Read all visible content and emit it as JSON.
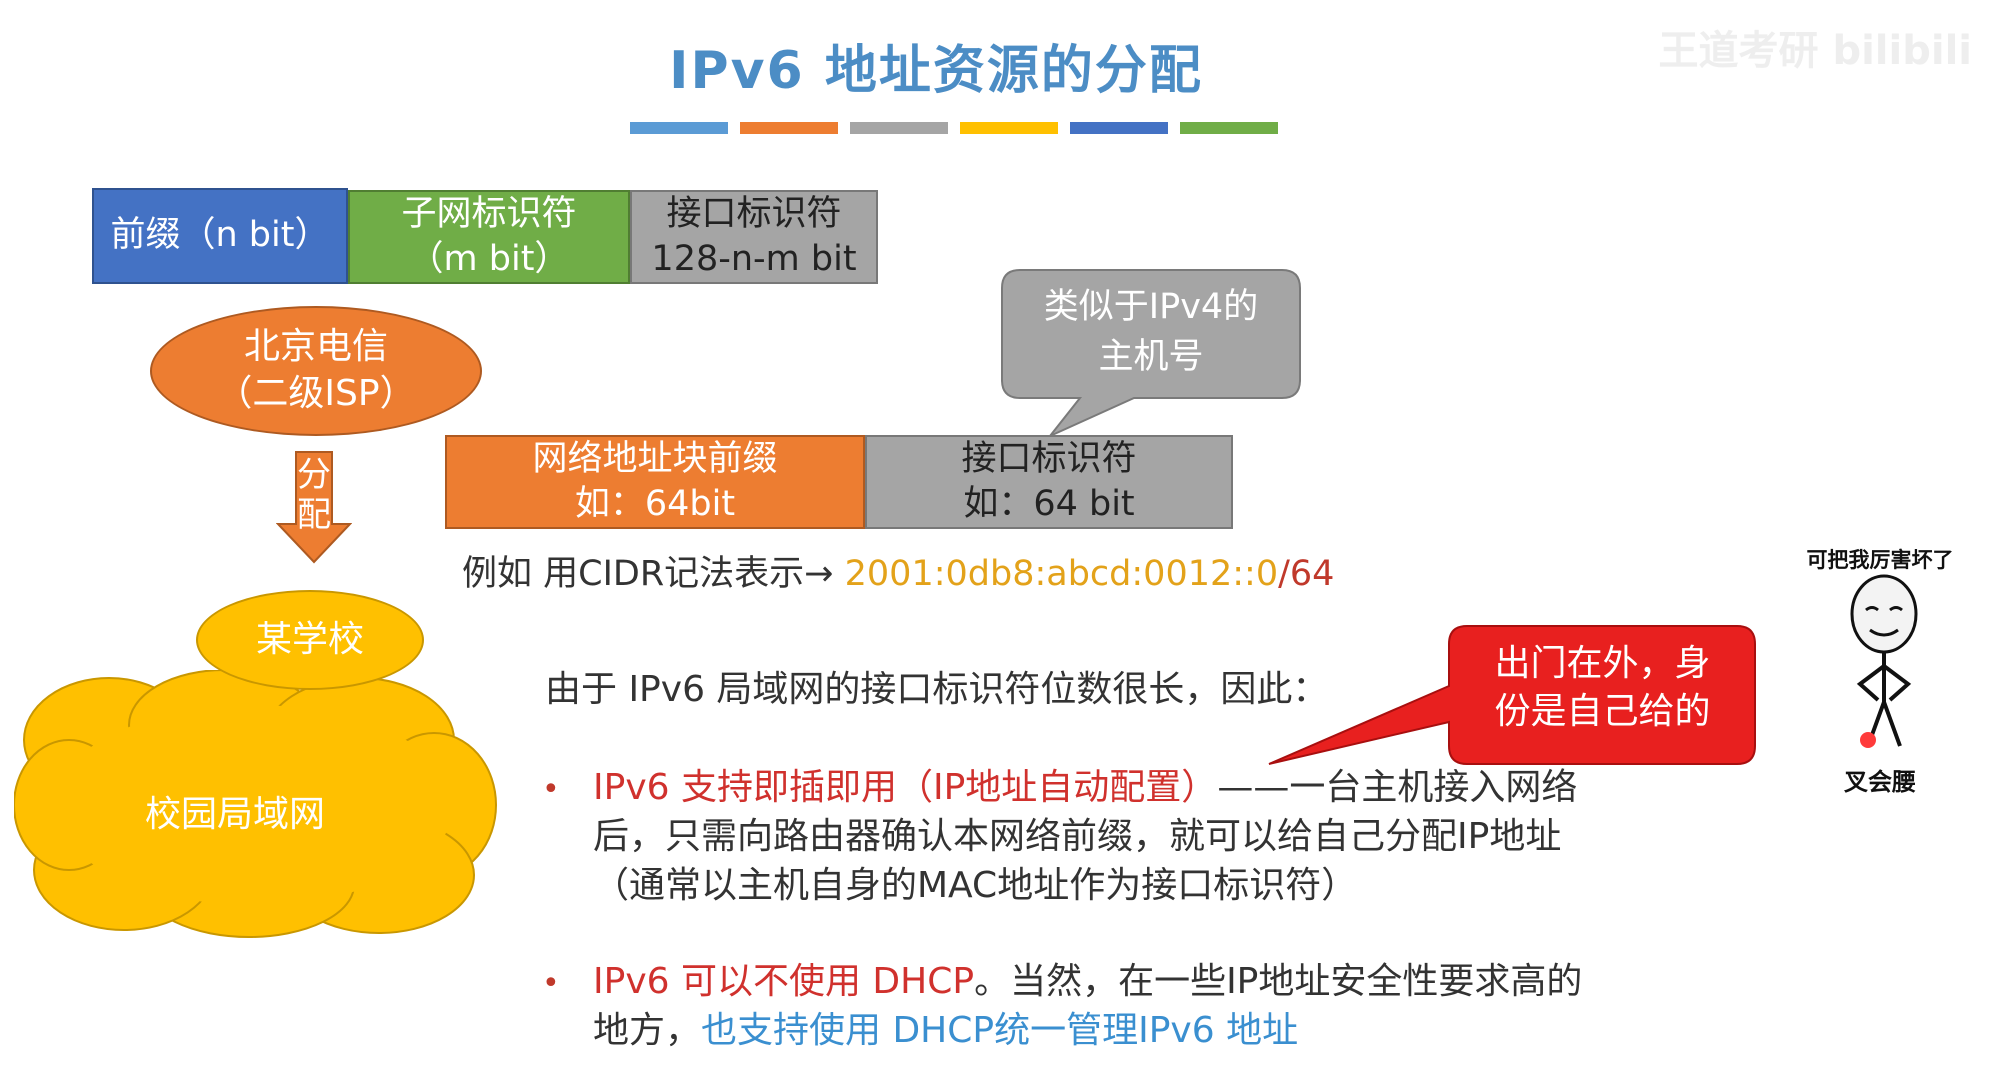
{
  "slide": {
    "title": "IPv6 地址资源的分配",
    "title_color": "#4c8dc5",
    "watermark": "王道考研 bilibili",
    "color_bar": [
      "#5b9bd5",
      "#ed7d31",
      "#a5a5a5",
      "#ffc000",
      "#4472c4",
      "#70ad47"
    ]
  },
  "addr_top": {
    "prefix": {
      "line1": "前缀（n bit）",
      "color": "#4472c4"
    },
    "subnet": {
      "line1": "子网标识符",
      "line2": "（m bit）",
      "color": "#70ad47"
    },
    "iface": {
      "line1": "接口标识符",
      "line2": "128-n-m bit",
      "color": "#a5a5a5"
    }
  },
  "isp": {
    "line1": "北京电信",
    "line2": "（二级ISP）",
    "color": "#ed7d31"
  },
  "allocate_arrow": {
    "line1": "分",
    "line2": "配",
    "color": "#ed7d31"
  },
  "school": {
    "label": "某学校",
    "color": "#ffc000"
  },
  "campus": {
    "label": "校园局域网",
    "color": "#ffc000"
  },
  "callout_host": {
    "line1": "类似于IPv4的",
    "line2": "主机号",
    "color": "#a5a5a5"
  },
  "addr_mid": {
    "block": {
      "line1": "网络地址块前缀",
      "line2": "如：64bit",
      "color": "#ed7d31"
    },
    "iface": {
      "line1": "接口标识符",
      "line2": "如：64 bit",
      "color": "#a5a5a5"
    }
  },
  "cidr": {
    "prefix_text": "例如 用CIDR记法表示",
    "arrow": "→",
    "address": "2001:0db8:abcd:0012::0",
    "slash_len": "/64"
  },
  "body": {
    "intro": "由于 IPv6 局域网的接口标识符位数很长，因此：",
    "bullet_symbol": "•",
    "b1": {
      "highlight": "IPv6 支持即插即用（IP地址自动配置）",
      "rest1": "——一台主机接入网络",
      "line2": "后，只需向路由器确认本网络前缀，就可以给自己分配IP地址",
      "line3": "（通常以主机自身的MAC地址作为接口标识符）"
    },
    "b2": {
      "highlight": "IPv6 可以不使用 DHCP",
      "rest1": "。当然，在一些IP地址安全性要求高的",
      "line2a": "地方，",
      "line2b": "也支持使用 DHCP统一管理IPv6 地址"
    }
  },
  "callout_red": {
    "line1": "出门在外，身",
    "line2": "份是自己给的",
    "color": "#e8201f"
  },
  "meme": {
    "top_text": "可把我厉害坏了",
    "bottom_text": "叉会腰"
  }
}
